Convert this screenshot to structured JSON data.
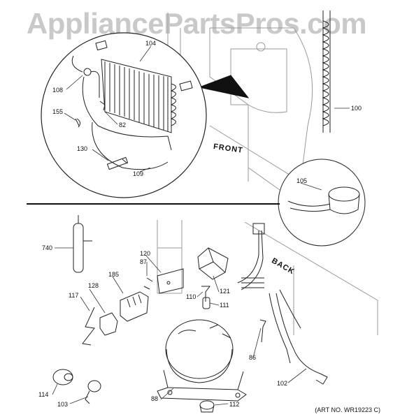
{
  "watermark": "AppliancePartsPros.com",
  "art_no": "(ART NO. WR19223 C)",
  "labels": {
    "front": "FRONT",
    "back": "BACK"
  },
  "parts": {
    "p100": "100",
    "p104": "104",
    "p108": "108",
    "p155": "155",
    "p82": "82",
    "p130": "130",
    "p109": "109",
    "p105": "105",
    "p740": "740",
    "p120": "120",
    "p87": "87",
    "p185": "185",
    "p128": "128",
    "p117": "117",
    "p110": "110",
    "p121": "121",
    "p111": "111",
    "p86": "86",
    "p102": "102",
    "p88": "88",
    "p112": "112",
    "p114": "114",
    "p103": "103"
  }
}
